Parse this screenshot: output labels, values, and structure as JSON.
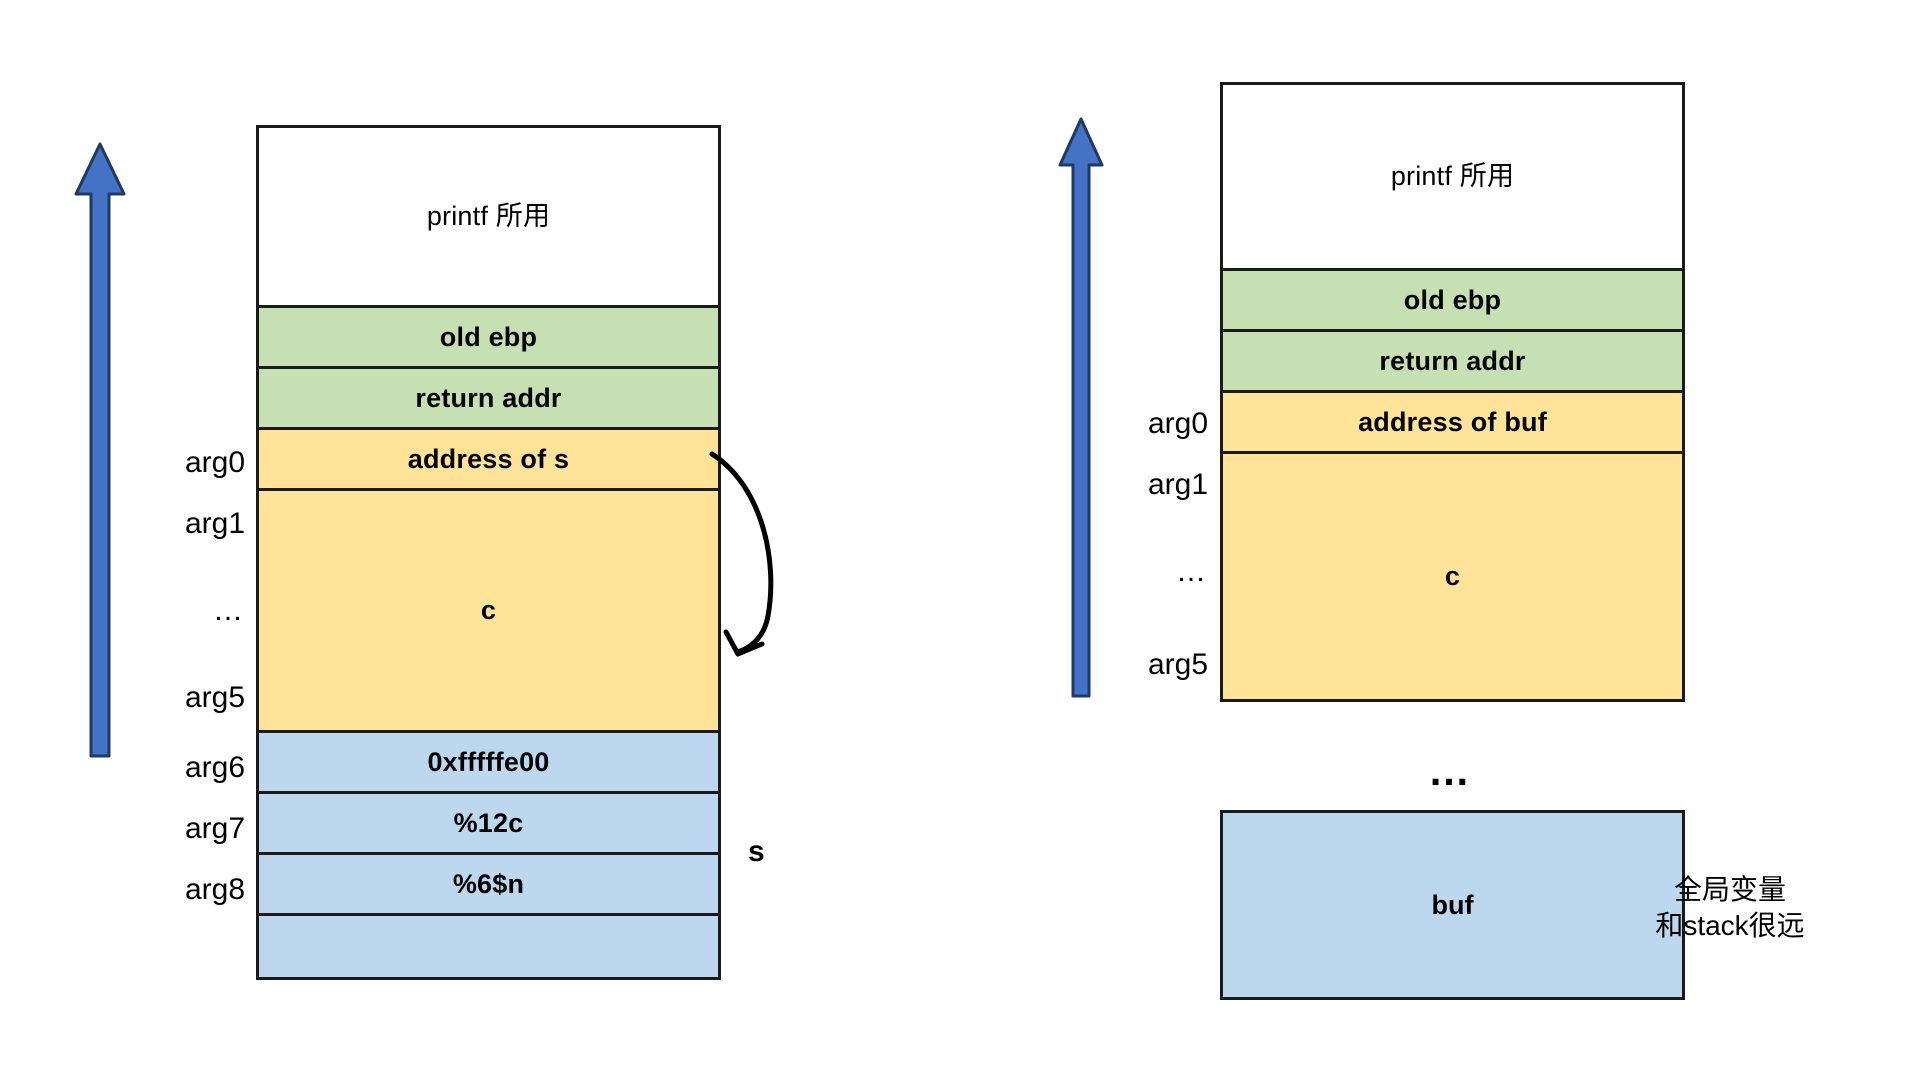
{
  "diagram": {
    "title": "printf format string stack layout comparison",
    "colors": {
      "arrow_blue": "#4472C4",
      "frame_white": "#FFFFFF",
      "saved_regs_green": "#C6E0B4",
      "args_yellow": "#FFE399",
      "payload_blue": "#BDD7EE",
      "outline": "#1A1A1A"
    },
    "left": {
      "arrow_name": "stack-growth-arrow",
      "rows": [
        {
          "text": "printf 所用",
          "fill": "white",
          "weight": "plain"
        },
        {
          "text": "old ebp",
          "fill": "green",
          "weight": "bold"
        },
        {
          "text": "return addr",
          "fill": "green",
          "weight": "bold"
        },
        {
          "text": "address of s",
          "fill": "yellow",
          "weight": "bold"
        },
        {
          "text": "c",
          "fill": "yellow",
          "weight": "bold"
        },
        {
          "text": "0xfffffe00",
          "fill": "blue",
          "weight": "bold"
        },
        {
          "text": "%12c",
          "fill": "blue",
          "weight": "bold"
        },
        {
          "text": "%6$n",
          "fill": "blue",
          "weight": "bold"
        },
        {
          "text": "",
          "fill": "blue",
          "weight": "bold"
        }
      ],
      "arg_labels": [
        "arg0",
        "arg1",
        "…",
        "arg5",
        "arg6",
        "arg7",
        "arg8"
      ],
      "pointer_label": "s"
    },
    "right": {
      "arrow_name": "stack-growth-arrow",
      "rows": [
        {
          "text": "printf 所用",
          "fill": "white",
          "weight": "plain"
        },
        {
          "text": "old ebp",
          "fill": "green",
          "weight": "bold"
        },
        {
          "text": "return addr",
          "fill": "green",
          "weight": "bold"
        },
        {
          "text": "address of buf",
          "fill": "yellow",
          "weight": "bold"
        },
        {
          "text": "c",
          "fill": "yellow",
          "weight": "bold"
        }
      ],
      "arg_labels": [
        "arg0",
        "arg1",
        "…",
        "arg5"
      ],
      "gap_ellipsis": "…",
      "buf_label": "buf",
      "note_line1": "全局变量",
      "note_line2": "和stack很远"
    }
  }
}
